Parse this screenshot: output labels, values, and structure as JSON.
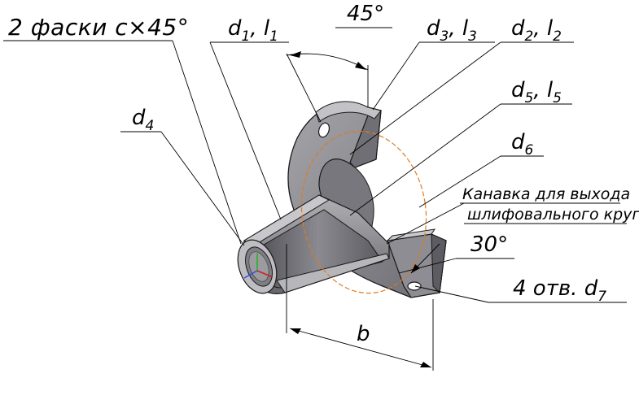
{
  "labels": {
    "chamfers": "2 фаски c×45°",
    "d1": {
      "main": "d",
      "sub1": "1",
      "sep": ", l",
      "sub2": "1"
    },
    "d3": {
      "main": "d",
      "sub1": "3",
      "sep": ", l",
      "sub2": "3"
    },
    "d2": {
      "main": "d",
      "sub1": "2",
      "sep": ", l",
      "sub2": "2"
    },
    "d5": {
      "main": "d",
      "sub1": "5",
      "sep": ", l",
      "sub2": "5"
    },
    "d4": {
      "main": "d",
      "sub1": "4"
    },
    "d6": {
      "main": "d",
      "sub1": "6"
    },
    "angle45": "45°",
    "groove_line1": "Канавка для выхода",
    "groove_line2": "шлифовального круга",
    "angle30": "30°",
    "holes": {
      "prefix": "4 отв. d",
      "sub": "7"
    },
    "dim_b": "b"
  },
  "colors": {
    "part_face": "#8f8f95",
    "part_dark": "#5e5e63",
    "part_light": "#b9b9be",
    "edge": "#1a1a1a",
    "hidden_circle": "#e07a20",
    "axis_red": "#d02020",
    "axis_green": "#20b020",
    "axis_blue": "#3050e0"
  }
}
